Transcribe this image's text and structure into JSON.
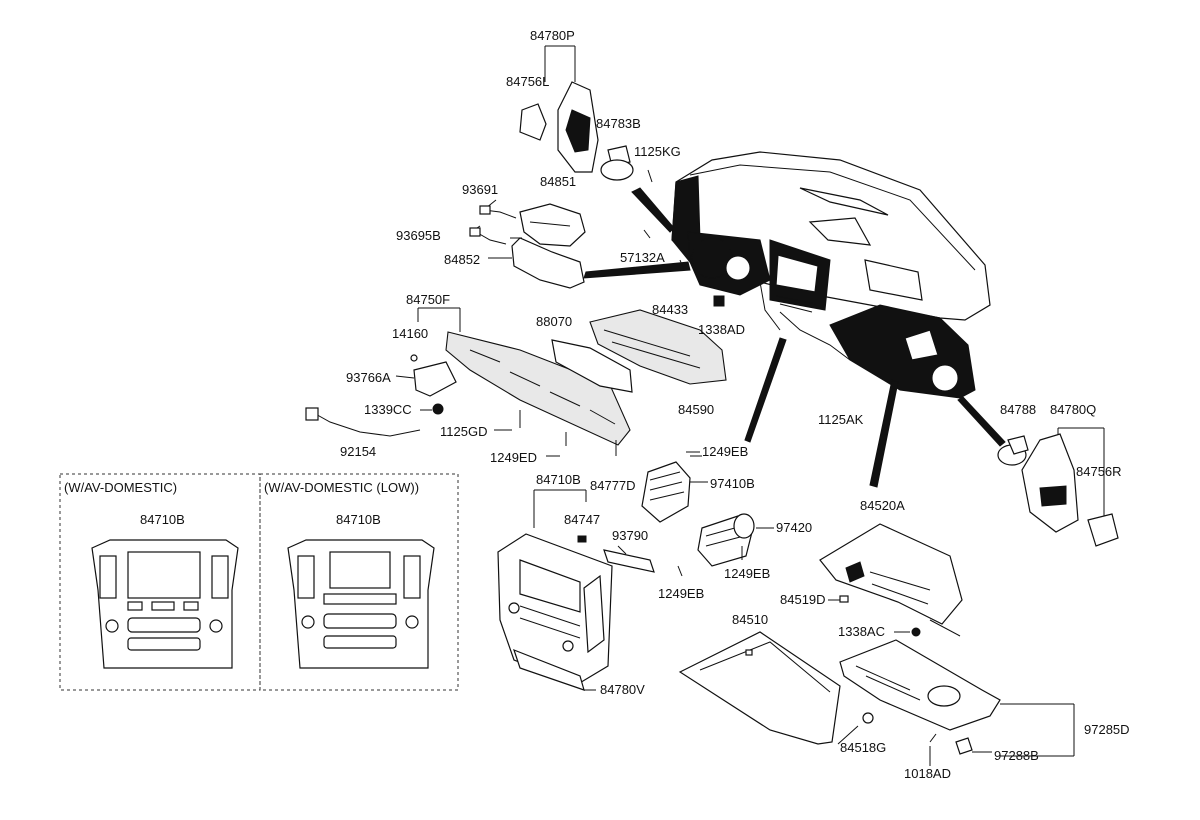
{
  "diagram": {
    "variants": [
      {
        "heading": "(W/AV-DOMESTIC)",
        "part": "84710B"
      },
      {
        "heading": "(W/AV-DOMESTIC (LOW))",
        "part": "84710B"
      }
    ],
    "labels": {
      "l_84780P": "84780P",
      "l_84756L": "84756L",
      "l_84783B": "84783B",
      "l_1125KG": "1125KG",
      "l_93691": "93691",
      "l_84851": "84851",
      "l_93695B": "93695B",
      "l_57132A": "57132A",
      "l_84852": "84852",
      "l_84433": "84433",
      "l_1338AD": "1338AD",
      "l_84750F": "84750F",
      "l_88070": "88070",
      "l_14160": "14160",
      "l_93766A": "93766A",
      "l_1339CC": "1339CC",
      "l_1125GD": "1125GD",
      "l_92154": "92154",
      "l_84590": "84590",
      "l_1249ED": "1249ED",
      "l_84777D": "84777D",
      "l_1249EB_a": "1249EB",
      "l_97410B": "97410B",
      "l_84710B_main": "84710B",
      "l_84747": "84747",
      "l_93790": "93790",
      "l_97420": "97420",
      "l_1249EB_b": "1249EB",
      "l_1249EB_c": "1249EB",
      "l_84780V": "84780V",
      "l_1125AK": "1125AK",
      "l_84788": "84788",
      "l_84780Q": "84780Q",
      "l_84756R": "84756R",
      "l_84520A": "84520A",
      "l_84519D": "84519D",
      "l_1338AC": "1338AC",
      "l_84510": "84510",
      "l_84518G": "84518G",
      "l_97285D": "97285D",
      "l_97288B": "97288B",
      "l_1018AD": "1018AD"
    }
  }
}
